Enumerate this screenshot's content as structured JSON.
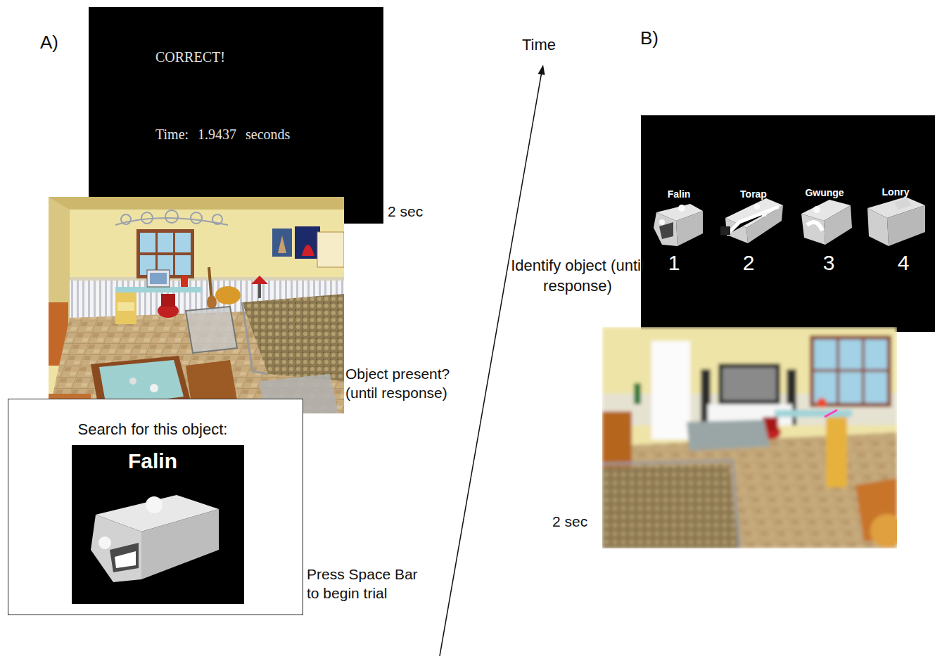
{
  "diagram": {
    "nodes": [
      {
        "text": [
          "CORRECT!",
          "Time: 1.9437 seconds"
        ]
      },
      {
        "text": [
          "Falin",
          "Torap",
          "Gwunge",
          "Lonry",
          "1",
          "2",
          "3",
          "4"
        ]
      },
      {
        "text": [
          "Search for this object:"
        ]
      },
      {
        "text": [
          "Falin"
        ],
        "in": 2
      }
    ],
    "labels": [
      "A)",
      "Time",
      "B)",
      "2 sec",
      "Object present? (until response)",
      "Press Space Bar to begin trial",
      "Identify object (until response)",
      "2 sec"
    ]
  }
}
